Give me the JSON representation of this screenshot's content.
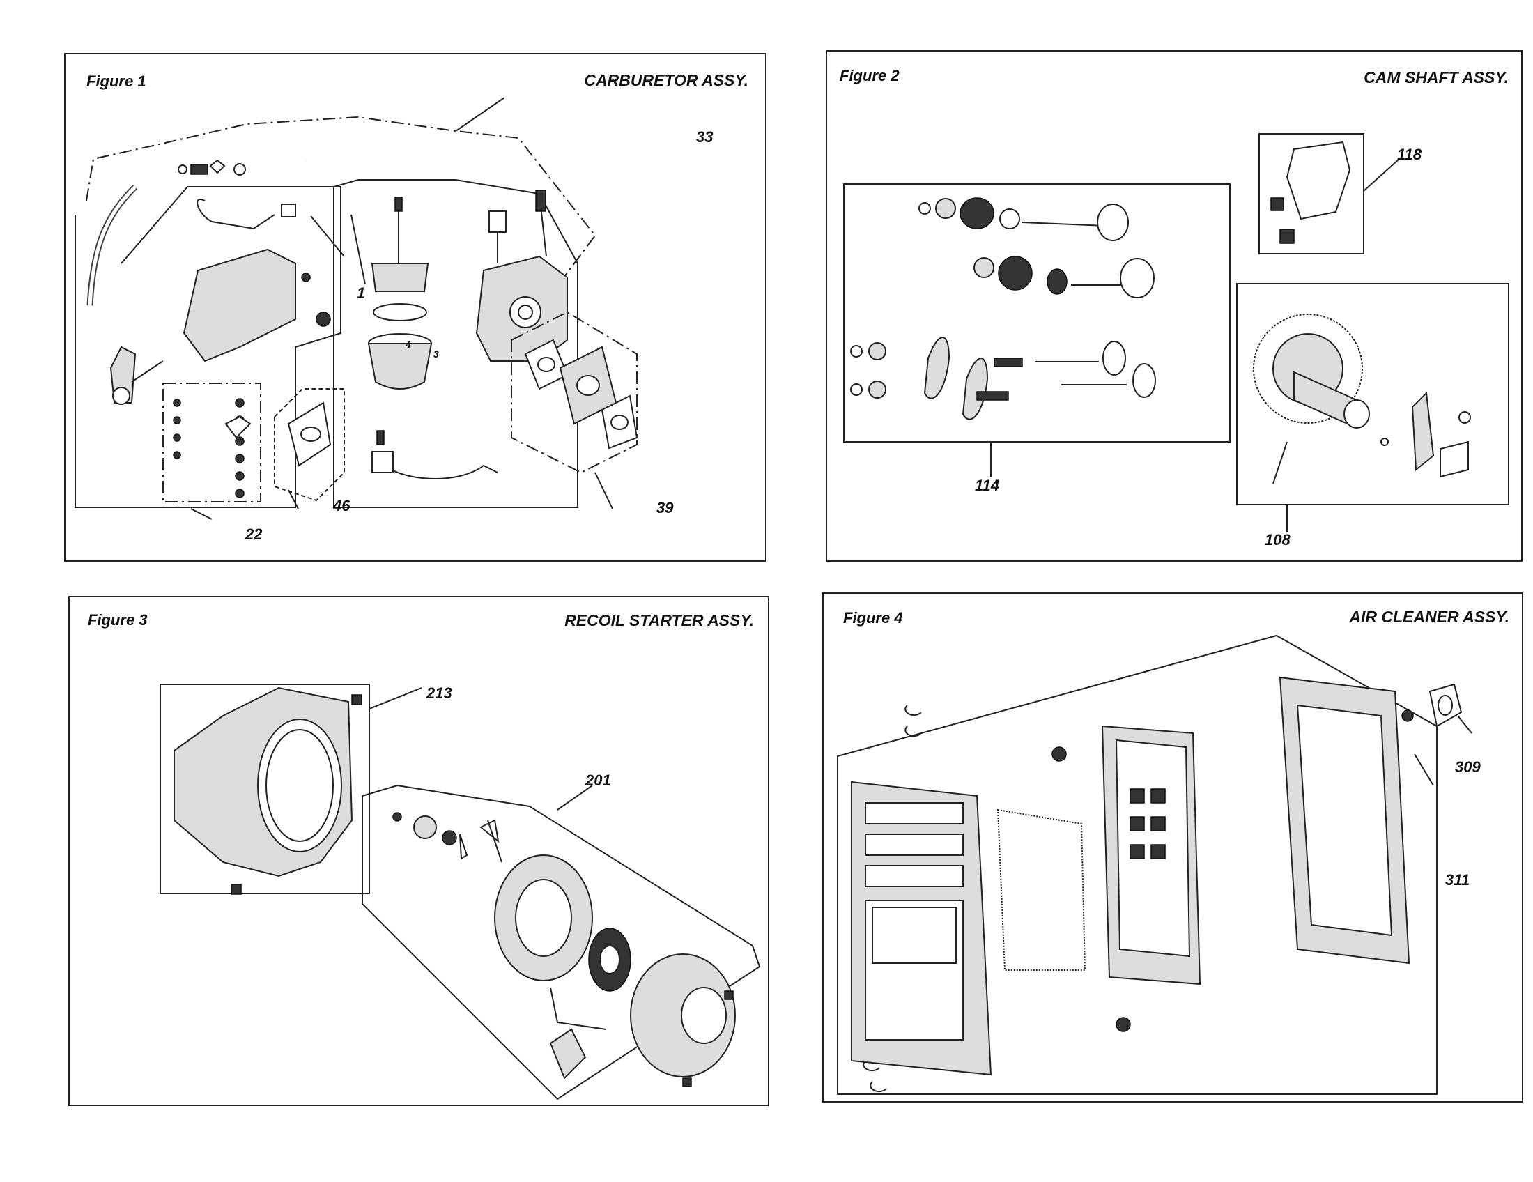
{
  "figures": [
    {
      "label": "Figure 1",
      "title": "CARBURETOR ASSY.",
      "callouts": [
        "33",
        "1",
        "3",
        "4",
        "22",
        "46",
        "39"
      ]
    },
    {
      "label": "Figure 2",
      "title": "CAM SHAFT ASSY.",
      "callouts": [
        "118",
        "114",
        "108"
      ]
    },
    {
      "label": "Figure 3",
      "title": "RECOIL STARTER ASSY.",
      "callouts": [
        "213",
        "201"
      ]
    },
    {
      "label": "Figure 4",
      "title": "AIR CLEANER ASSY.",
      "callouts": [
        "309",
        "311"
      ]
    }
  ]
}
